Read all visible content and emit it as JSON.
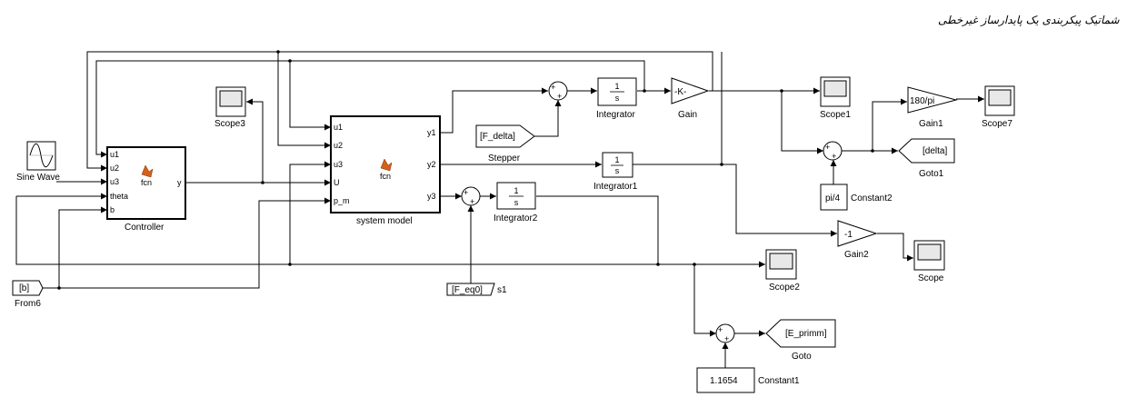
{
  "title": "شماتیک پیکربندی یک پایدارساز غیرخطی",
  "blocks": {
    "sine_wave": "Sine Wave",
    "from6_tag": "[b]",
    "from6": "From6",
    "controller": "Controller",
    "controller_fcn": "fcn",
    "controller_ports_in": [
      "u1",
      "u2",
      "u3",
      "theta",
      "b"
    ],
    "controller_port_out": "y",
    "scope3": "Scope3",
    "system_model": "system model",
    "system_fcn": "fcn",
    "system_ports_in": [
      "u1",
      "u2",
      "u3",
      "U",
      "p_m"
    ],
    "system_ports_out": [
      "y1",
      "y2",
      "y3"
    ],
    "f_delta": "[F_delta]",
    "stepper": "Stepper",
    "f_eq0": "[F_eq0]",
    "s1": "s1",
    "integrator": "Integrator",
    "integrator1": "Integrator1",
    "integrator2": "Integrator2",
    "int_num": "1",
    "int_den": "s",
    "gain_value": "-K-",
    "gain": "Gain",
    "scope1": "Scope1",
    "gain1_value": "180/pi",
    "gain1": "Gain1",
    "scope7": "Scope7",
    "delta_tag": "[delta]",
    "goto1": "Goto1",
    "const2_value": "pi/4",
    "constant2": "Constant2",
    "gain2_value": "-1",
    "gain2": "Gain2",
    "scope": "Scope",
    "scope2": "Scope2",
    "e_primm": "[E_primm]",
    "goto": "Goto",
    "const1_value": "1.1654",
    "constant1": "Constant1"
  }
}
